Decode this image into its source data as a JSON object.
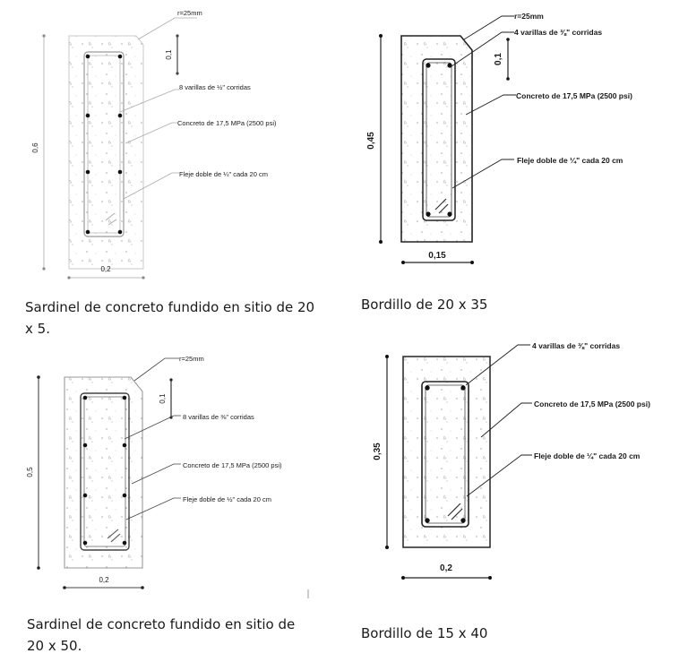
{
  "panels": [
    {
      "radius": "r=25mm",
      "bars": "8 varillas de ½\" corridas",
      "concrete": "Concreto de 17,5 MPa (2500 psi)",
      "stirrup": "Fleje doble de ¼\" cada 20 cm",
      "dim_top": "0,1",
      "dim_height": "0,6",
      "dim_width": "0,2",
      "caption": "Sardinel de concreto fundido en sitio de 20 x 5."
    },
    {
      "radius": "r=25mm",
      "bars": "4 varillas de ⅜\" corridas",
      "concrete": "Concreto de 17,5 MPa (2500 psi)",
      "stirrup": "Fleje doble de ¼\" cada 20 cm",
      "dim_top": "0,1",
      "dim_height": "0,45",
      "dim_width": "0,15",
      "caption": "Bordillo de 20 x 35"
    },
    {
      "radius": "r=25mm",
      "bars": "8 varillas de ⅜\" corridas",
      "concrete": "Concreto de 17,5 MPa (2500 psi)",
      "stirrup": "Fleje doble de ½\" cada 20 cm",
      "dim_top": "0,1",
      "dim_height": "0,5",
      "dim_width": "0,2",
      "caption": "Sardinel de concreto fundido en sitio de 20 x 50."
    },
    {
      "bars": "4 varillas de ⅜\" corridas",
      "concrete": "Concreto de 17,5 MPa (2500 psi)",
      "stirrup": "Fleje doble de ¼\" cada 20 cm",
      "dim_height": "0,35",
      "dim_width": "0,2",
      "caption": "Bordillo de 15 x 40"
    }
  ]
}
